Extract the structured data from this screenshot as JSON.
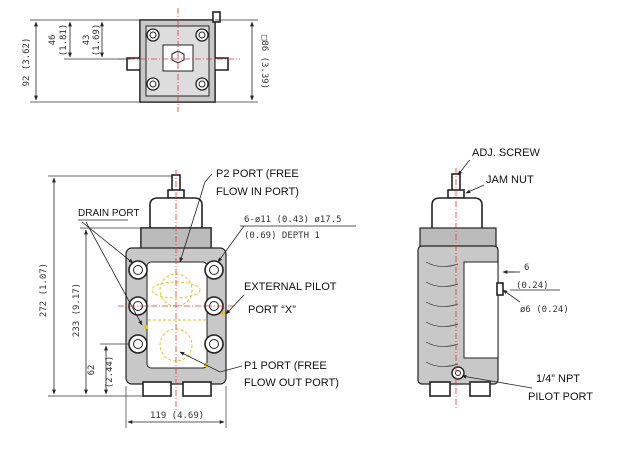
{
  "top_view": {
    "dim_92": "92 (3.62)",
    "dim_46": "46",
    "dim_46_in": "(1.81)",
    "dim_43": "43",
    "dim_43_in": "(1.69)",
    "dim_86": "□86 (3.39)"
  },
  "front_view": {
    "p2_port_line1": "P2 PORT (FREE",
    "p2_port_line2": "FLOW IN PORT)",
    "drain_port": "DRAIN PORT",
    "holes_line1": "6-ø11 (0.43) ø17.5",
    "holes_line2": "(0.69)   DEPTH 1",
    "external_pilot": "EXTERNAL PILOT",
    "port_x": "PORT “X”",
    "p1_port_line1": "P1 PORT (FREE",
    "p1_port_line2": "FLOW OUT PORT)",
    "dim_272": "272 (1.07)",
    "dim_233": "233 (9.17)",
    "dim_62": "62",
    "dim_62_in": "(2.44)",
    "dim_119": "119 (4.69)"
  },
  "side_view": {
    "adj_screw": "ADJ. SCREW",
    "jam_nut": "JAM NUT",
    "dim_6": "6",
    "dim_6_in": "(0.24)",
    "dim_phi6": "ø6 (0.24)",
    "npt_line1": "1/4” NPT",
    "npt_line2": "PILOT PORT"
  }
}
